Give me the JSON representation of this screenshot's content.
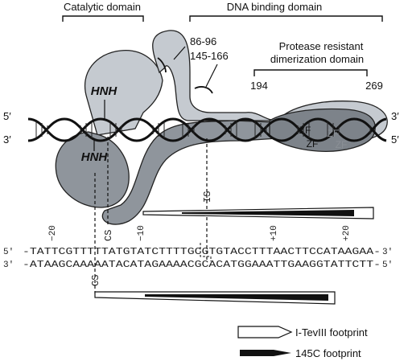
{
  "domains": {
    "catalytic": "Catalytic domain",
    "dna_binding": "DNA binding domain",
    "dimerization_line1": "Protease resistant",
    "dimerization_line2": "dimerization domain"
  },
  "residues": {
    "range_a": "86-96",
    "range_b": "145-166",
    "start": "194",
    "end": "269"
  },
  "motifs": {
    "hnh_top": "HNH",
    "hnh_bottom": "HNH",
    "zf_1": "ZF",
    "zf_2": "ZF",
    "zf_3": "ZF",
    "zf_4": "ZF"
  },
  "strand_ends": {
    "top_left": "5′",
    "bottom_left": "3′",
    "top_right": "3′",
    "bottom_right": "5′"
  },
  "sites": {
    "cs_top": "CS",
    "cs_bottom": "CS",
    "is": "IS"
  },
  "scale": {
    "m20": "−20",
    "m10": "−10",
    "p10": "+10",
    "p20": "+20"
  },
  "sequence": {
    "top_5prime": "5′",
    "top": "-TATTCGTTTTTATGTATCTTTTGCGTGTACCTTTAACTTCCATAAGAA-",
    "top_3prime": "3′",
    "bottom_3prime": "3′",
    "bottom": "-ATAAGCAAAAATACATAGAAAACGCACATGGAAATTGAAGGTATTCTT-",
    "bottom_5prime": "5′"
  },
  "legend": {
    "tev_label": "I-TevIII footprint",
    "c145_label": "145C footprint"
  },
  "colors": {
    "light_protein": "#c5cad0",
    "dark_protein": "#8f959c",
    "dimer": "#7d838a",
    "outline": "#222222"
  }
}
